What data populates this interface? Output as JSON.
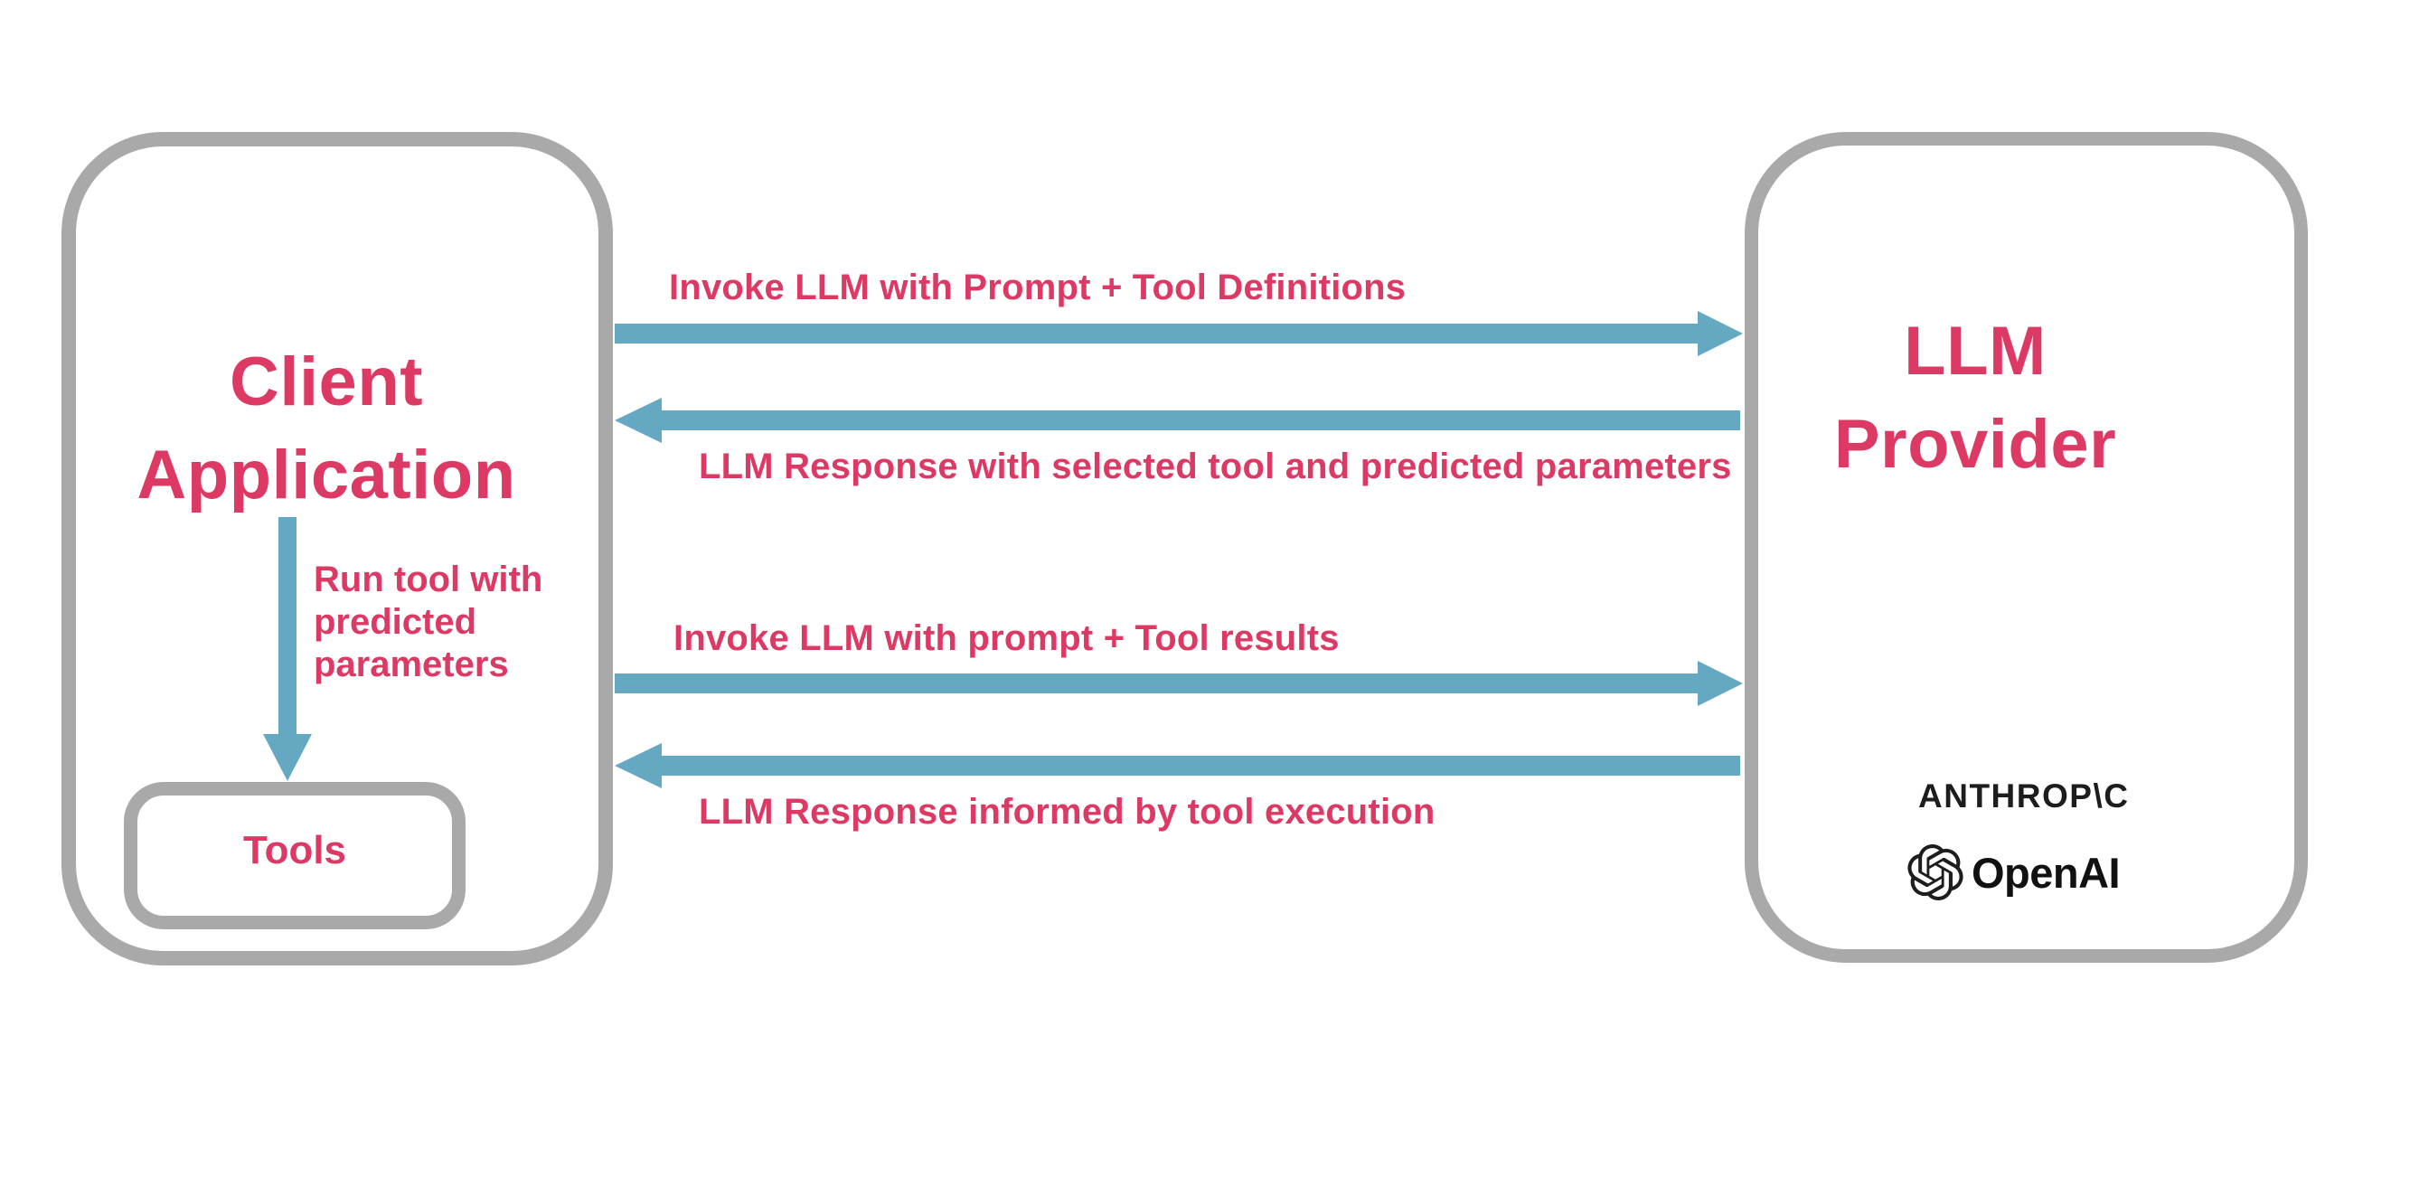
{
  "colors": {
    "accent_pink": "#dc3a64",
    "arrow_blue": "#64a8c2",
    "border_gray": "#a9a9a9",
    "logo_dark": "#1d1d1d"
  },
  "client": {
    "title": "Client\nApplication",
    "run_tool_label": "Run tool with\npredicted\nparameters",
    "tools_label": "Tools"
  },
  "llm": {
    "title": "LLM\nProvider",
    "anthropic_wordmark": "ANTHROP\\C",
    "openai_wordmark": "OpenAI",
    "openai_icon": "openai-flower-logo"
  },
  "messages": [
    {
      "direction": "right",
      "label": "Invoke LLM with Prompt + Tool Definitions"
    },
    {
      "direction": "left",
      "label": "LLM Response with selected tool and predicted parameters"
    },
    {
      "direction": "right",
      "label": "Invoke LLM with prompt + Tool results"
    },
    {
      "direction": "left",
      "label": "LLM Response informed by tool execution"
    }
  ]
}
